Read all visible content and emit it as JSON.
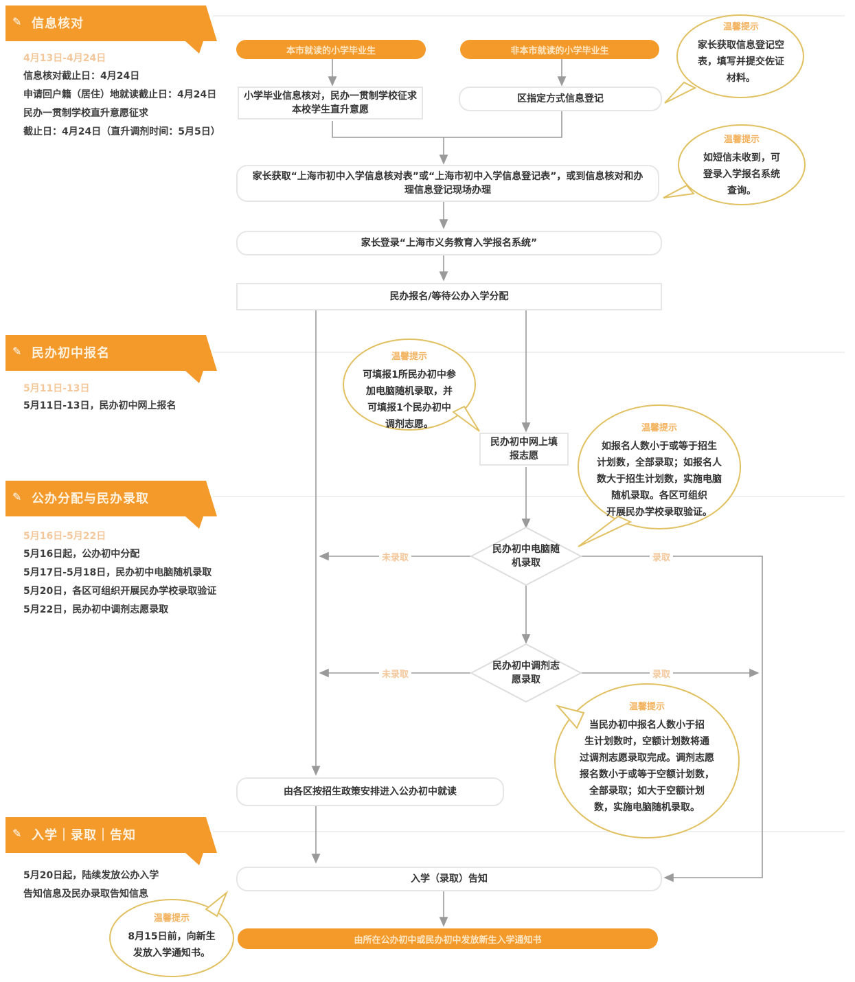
{
  "colors": {
    "accent": "#f39a2a",
    "accent_light": "#f3c79a",
    "cloud_border": "#e0c060",
    "line": "#9a9a9a"
  },
  "sections": [
    {
      "title": "信息核对",
      "icon": "pencil-icon",
      "dates": "4月13日-4月24日",
      "notes": [
        "信息核对截止日：4月24日",
        "申请回户籍（居住）地就读截止日：4月24日",
        "民办一贯制学校直升意愿征求",
        "截止日：4月24日（直升调剂时间：5月5日）"
      ]
    },
    {
      "title": "民办初中报名",
      "icon": "pencil-icon",
      "dates": "5月11日-13日",
      "notes": [
        "5月11日-13日，民办初中网上报名"
      ]
    },
    {
      "title": "公办分配与民办录取",
      "icon": "pencil-icon",
      "dates": "5月16日-5月22日",
      "notes": [
        "5月16日起，公办初中分配",
        "5月17日-5月18日，民办初中电脑随机录取",
        "5月20日，各区可组织开展民办学校录取验证",
        "5月22日，民办初中调剂志愿录取"
      ]
    },
    {
      "title": "入学｜录取｜告知",
      "icon": "pencil-icon",
      "dates": "",
      "notes": [
        "5月20日起，陆续发放公办入学",
        "告知信息及民办录取告知信息"
      ]
    }
  ],
  "flow": {
    "start_left": "本市就读的小学毕业生",
    "start_right": "非本市就读的小学毕业生",
    "verify": "小学毕业信息核对，民办一贯制学校征求本校学生直升意愿",
    "register": "区指定方式信息登记",
    "parent_get": "家长获取“上海市初中入学信息核对表”或“上海市初中入学信息登记表”，或到信息核对和办理信息登记现场办理",
    "login": "家长登录“上海市义务教育入学报名系统”",
    "apply": "民办报名/等待公办入学分配",
    "online_fill": "民办初中网上填报志愿",
    "lottery": "民办初中电脑随机录取",
    "adjust": "民办初中调剂志愿录取",
    "public_assign": "由各区按招生政策安排进入公办初中就读",
    "notify": "入学（录取）告知",
    "final": "由所在公办初中或民办初中发放新生入学通知书",
    "not_admitted": "未录取",
    "admitted": "录取"
  },
  "tips": [
    {
      "title": "温馨提示",
      "text": [
        "家长获取信息登记空",
        "表，填写并提交佐证",
        "材料。"
      ]
    },
    {
      "title": "温馨提示",
      "text": [
        "如短信未收到，可",
        "登录入学报名系统",
        "查询。"
      ]
    },
    {
      "title": "温馨提示",
      "text": [
        "可填报1所民办初中参",
        "加电脑随机录取，并",
        "可填报1个民办初中",
        "调剂志愿。"
      ]
    },
    {
      "title": "温馨提示",
      "text": [
        "如报名人数小于或等于招生",
        "计划数，全部录取；如报名人",
        "数大于招生计划数，实施电脑",
        "随机录取。各区可组织",
        "开展民办学校录取验证。"
      ]
    },
    {
      "title": "温馨提示",
      "text": [
        "当民办初中报名人数小于招",
        "生计划数时，空额计划数将通",
        "过调剂志愿录取完成。调剂志愿",
        "报名数小于或等于空额计划数，",
        "全部录取；如大于空额计划",
        "数，实施电脑随机录取。"
      ]
    },
    {
      "title": "温馨提示",
      "text": [
        "8月15日前，向新生",
        "发放入学通知书。"
      ]
    }
  ]
}
